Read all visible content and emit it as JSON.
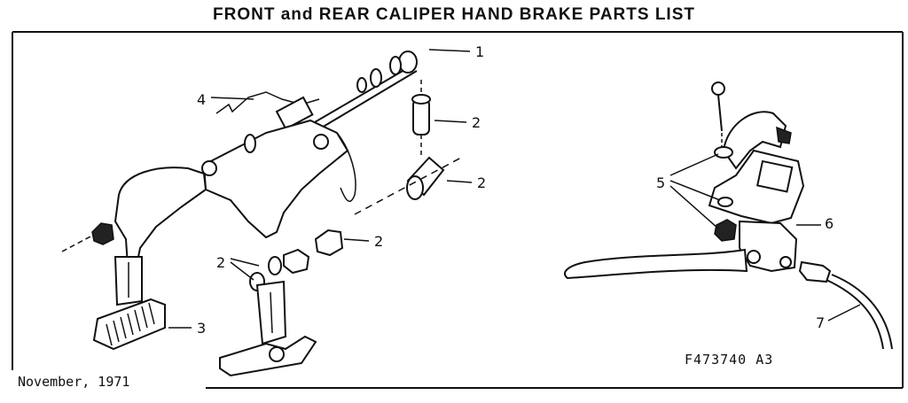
{
  "title": "FRONT and REAR CALIPER HAND BRAKE PARTS LIST",
  "footer_date": "November, 1971",
  "figure_code": "F473740 A3",
  "callouts": [
    "1",
    "2",
    "2",
    "2",
    "2",
    "3",
    "4",
    "5",
    "6",
    "7"
  ]
}
